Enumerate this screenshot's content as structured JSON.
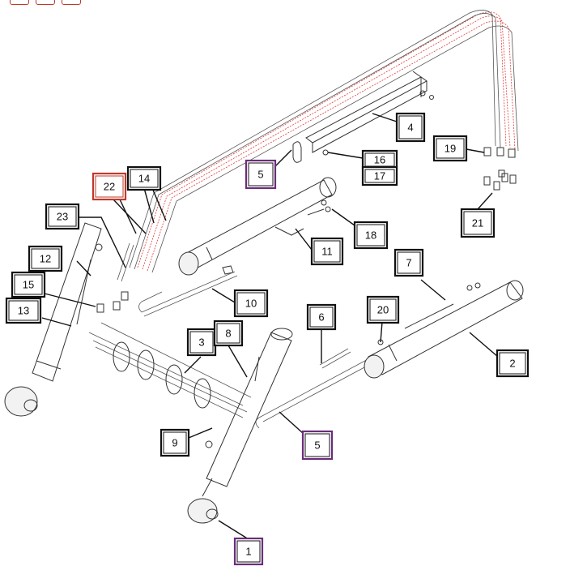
{
  "diagram": {
    "callouts": [
      {
        "id": "c1",
        "label": "1",
        "accent": "#6b2c7a"
      },
      {
        "id": "c2",
        "label": "2",
        "accent": "#111111"
      },
      {
        "id": "c3",
        "label": "3",
        "accent": "#111111"
      },
      {
        "id": "c4",
        "label": "4",
        "accent": "#111111"
      },
      {
        "id": "c5a",
        "label": "5",
        "accent": "#6b2c7a"
      },
      {
        "id": "c5b",
        "label": "5",
        "accent": "#6b2c7a"
      },
      {
        "id": "c6",
        "label": "6",
        "accent": "#111111"
      },
      {
        "id": "c7",
        "label": "7",
        "accent": "#111111"
      },
      {
        "id": "c8",
        "label": "8",
        "accent": "#111111"
      },
      {
        "id": "c9",
        "label": "9",
        "accent": "#111111"
      },
      {
        "id": "c10",
        "label": "10",
        "accent": "#111111"
      },
      {
        "id": "c11",
        "label": "11",
        "accent": "#111111"
      },
      {
        "id": "c12",
        "label": "12",
        "accent": "#111111"
      },
      {
        "id": "c13",
        "label": "13",
        "accent": "#111111"
      },
      {
        "id": "c14",
        "label": "14",
        "accent": "#111111"
      },
      {
        "id": "c15",
        "label": "15",
        "accent": "#111111"
      },
      {
        "id": "c16",
        "label": "16",
        "accent": "#111111"
      },
      {
        "id": "c17",
        "label": "17",
        "accent": "#111111"
      },
      {
        "id": "c18",
        "label": "18",
        "accent": "#111111"
      },
      {
        "id": "c19",
        "label": "19",
        "accent": "#111111"
      },
      {
        "id": "c20",
        "label": "20",
        "accent": "#111111"
      },
      {
        "id": "c21",
        "label": "21",
        "accent": "#111111"
      },
      {
        "id": "c22",
        "label": "22",
        "accent": "#c0392b"
      },
      {
        "id": "c23",
        "label": "23",
        "accent": "#111111"
      }
    ]
  },
  "colors": {
    "hose_highlight": "#e23a3a",
    "purple_box": "#6b2c7a",
    "red_box": "#c0392b"
  }
}
